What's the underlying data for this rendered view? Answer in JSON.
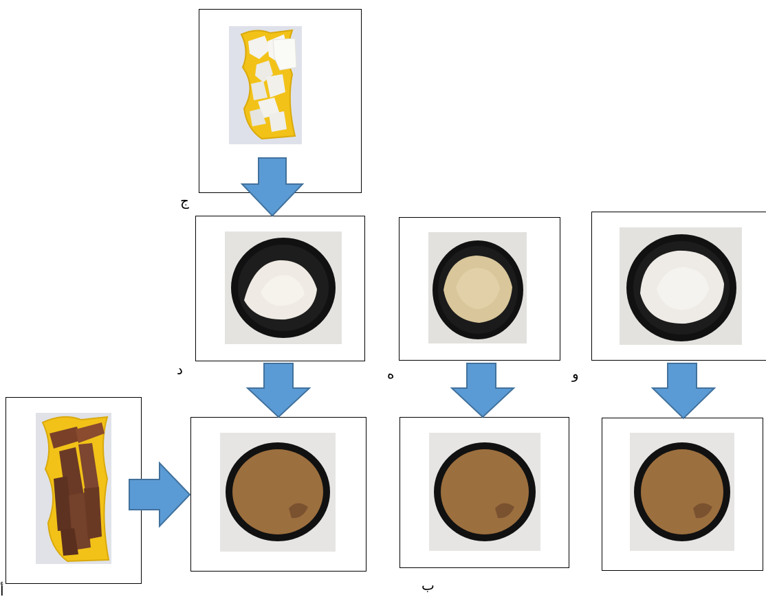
{
  "header_fragment": "",
  "labels": {
    "j": "ج",
    "d": "د",
    "h": "ه",
    "w": "و",
    "b": "ب",
    "a": "أ"
  },
  "colors": {
    "arrow": "#5b9bd5",
    "arrow_stroke": "#41719c",
    "frame": "#000000",
    "tray_yellow": "#f2c218",
    "plate": "#111111",
    "white_powder": "#efeae3",
    "beige_powder": "#d9c69a",
    "brown_powder": "#9c6f3e",
    "bark": "#6b3a26"
  }
}
